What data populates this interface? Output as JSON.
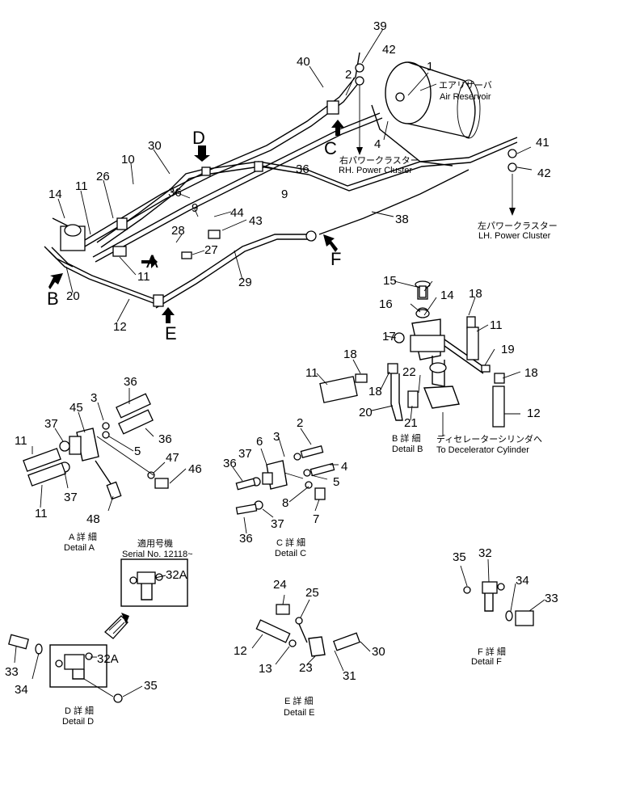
{
  "part_numbers": [
    "1",
    "2",
    "3",
    "4",
    "5",
    "6",
    "7",
    "8",
    "9",
    "10",
    "11",
    "12",
    "13",
    "14",
    "15",
    "16",
    "17",
    "18",
    "19",
    "20",
    "21",
    "22",
    "23",
    "24",
    "25",
    "26",
    "27",
    "28",
    "29",
    "30",
    "31",
    "32",
    "32A",
    "33",
    "34",
    "35",
    "36",
    "37",
    "38",
    "39",
    "40",
    "41",
    "42",
    "43",
    "44",
    "45",
    "46",
    "47",
    "48"
  ],
  "view_letters": [
    "A",
    "B",
    "C",
    "D",
    "E",
    "F"
  ],
  "labels": {
    "air_reservoir_jp": "エアリザーバ",
    "air_reservoir_en": "Air Reservoir",
    "rh_cluster_jp": "右パワークラスター",
    "rh_cluster_en": "RH. Power Cluster",
    "lh_cluster_jp": "左パワークラスター",
    "lh_cluster_en": "LH. Power Cluster",
    "detail_b_jp": "B 詳 細",
    "detail_b_en": "Detail B",
    "decel_jp": "ディセレーターシリンダへ",
    "decel_en": "To Decelerator Cylinder",
    "detail_a_jp": "A 詳 細",
    "detail_a_en": "Detail A",
    "serial_jp": "適用号機",
    "serial_en": "Serial No. 12118~",
    "detail_c_jp": "C 詳 細",
    "detail_c_en": "Detail C",
    "detail_d_jp": "D 詳 細",
    "detail_d_en": "Detail D",
    "detail_e_jp": "E 詳 細",
    "detail_e_en": "Detail E",
    "detail_f_jp": "F 詳 細",
    "detail_f_en": "Detail F"
  }
}
